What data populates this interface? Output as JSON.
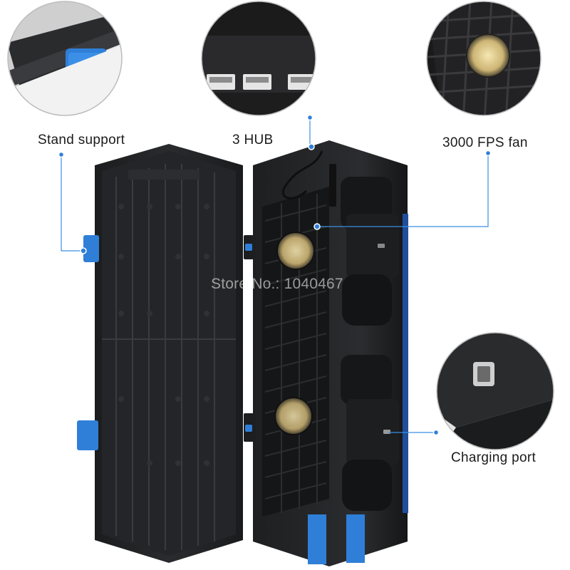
{
  "callouts": {
    "stand_support": "Stand support",
    "hub": "3 HUB",
    "fan": "3000 FPS fan",
    "charging_port": "Charging port"
  },
  "watermark": "Store No.: 1040467",
  "colors": {
    "accent_blue": "#2f7fd8",
    "body_dark": "#232426",
    "callout_line": "#3a8fe0"
  }
}
